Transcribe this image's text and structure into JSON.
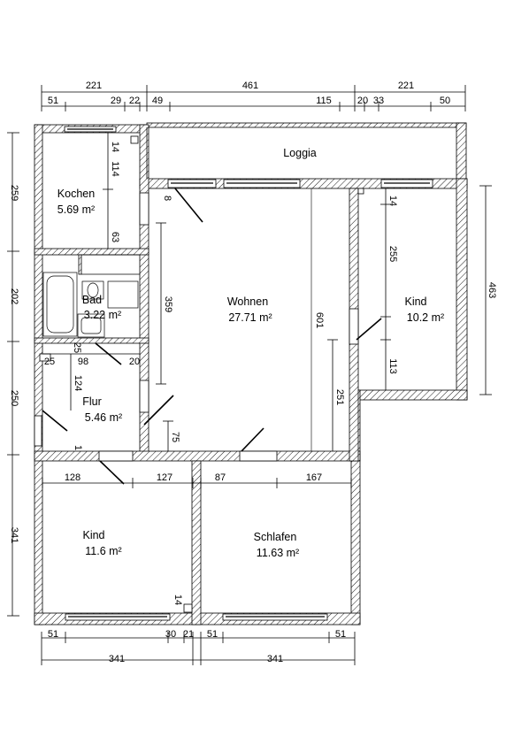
{
  "rooms": {
    "loggia": {
      "name": "Loggia"
    },
    "kochen": {
      "name": "Kochen",
      "area": "5.69 m²"
    },
    "bad": {
      "name": "Bad",
      "area": "3.22 m²"
    },
    "wohnen": {
      "name": "Wohnen",
      "area": "27.71 m²"
    },
    "kind_right": {
      "name": "Kind",
      "area": "10.2 m²"
    },
    "flur": {
      "name": "Flur",
      "area": "5.46 m²"
    },
    "kind_bottom": {
      "name": "Kind",
      "area": "11.6 m²"
    },
    "schlafen": {
      "name": "Schlafen",
      "area": "11.63 m²"
    }
  },
  "dims": {
    "top_overall": [
      "221",
      "461",
      "221"
    ],
    "top_detail": [
      "51",
      "29",
      "22",
      "49",
      "115",
      "20",
      "33",
      "50"
    ],
    "left": [
      "259",
      "202",
      "250",
      "341"
    ],
    "right": [
      "463"
    ],
    "bottom_detail": [
      "51",
      "30",
      "21",
      "51",
      "51"
    ],
    "bottom_overall": [
      "341",
      "341"
    ],
    "interior": {
      "kochen_a": "14",
      "kochen_b": "114",
      "kochen_c": "63",
      "wohnen_door": "8",
      "wohnen_h": "359",
      "wohnen_601": "601",
      "wohnen_251": "251",
      "wohnen_75": "75",
      "kind_14": "14",
      "kind_255": "255",
      "kind_113": "113",
      "bad_25a": "25",
      "bad_25b": "25",
      "bad_98": "98",
      "bad_20": "20",
      "flur_124": "124",
      "flur_1": "1",
      "mid_128": "128",
      "mid_127": "127",
      "mid_87": "87",
      "mid_167": "167",
      "kind2_14": "14"
    }
  }
}
